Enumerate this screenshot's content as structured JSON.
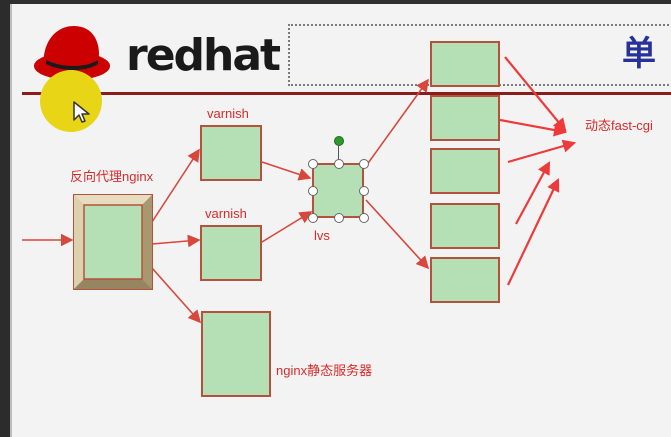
{
  "logo": {
    "brand_text": "redhat"
  },
  "slide": {
    "title_partial": "单"
  },
  "nodes": {
    "reverse_proxy_label": "反向代理nginx",
    "varnish_top_label": "varnish",
    "varnish_bottom_label": "varnish",
    "lvs_label": "lvs",
    "nginx_static_label": "nginx静态服务器",
    "dynamic_label": "动态fast-cgi"
  },
  "colors": {
    "box_fill": "#b5e0b6",
    "box_border": "#b5523b",
    "arrow": "#d8463c",
    "label_red": "#d92a2a",
    "title_blue": "#28309a",
    "logo_red": "#cc0000",
    "rule": "#8b1c1c"
  },
  "icons": [
    "redhat-hat-logo-icon",
    "mouse-pointer-icon",
    "rotate-handle-icon"
  ]
}
